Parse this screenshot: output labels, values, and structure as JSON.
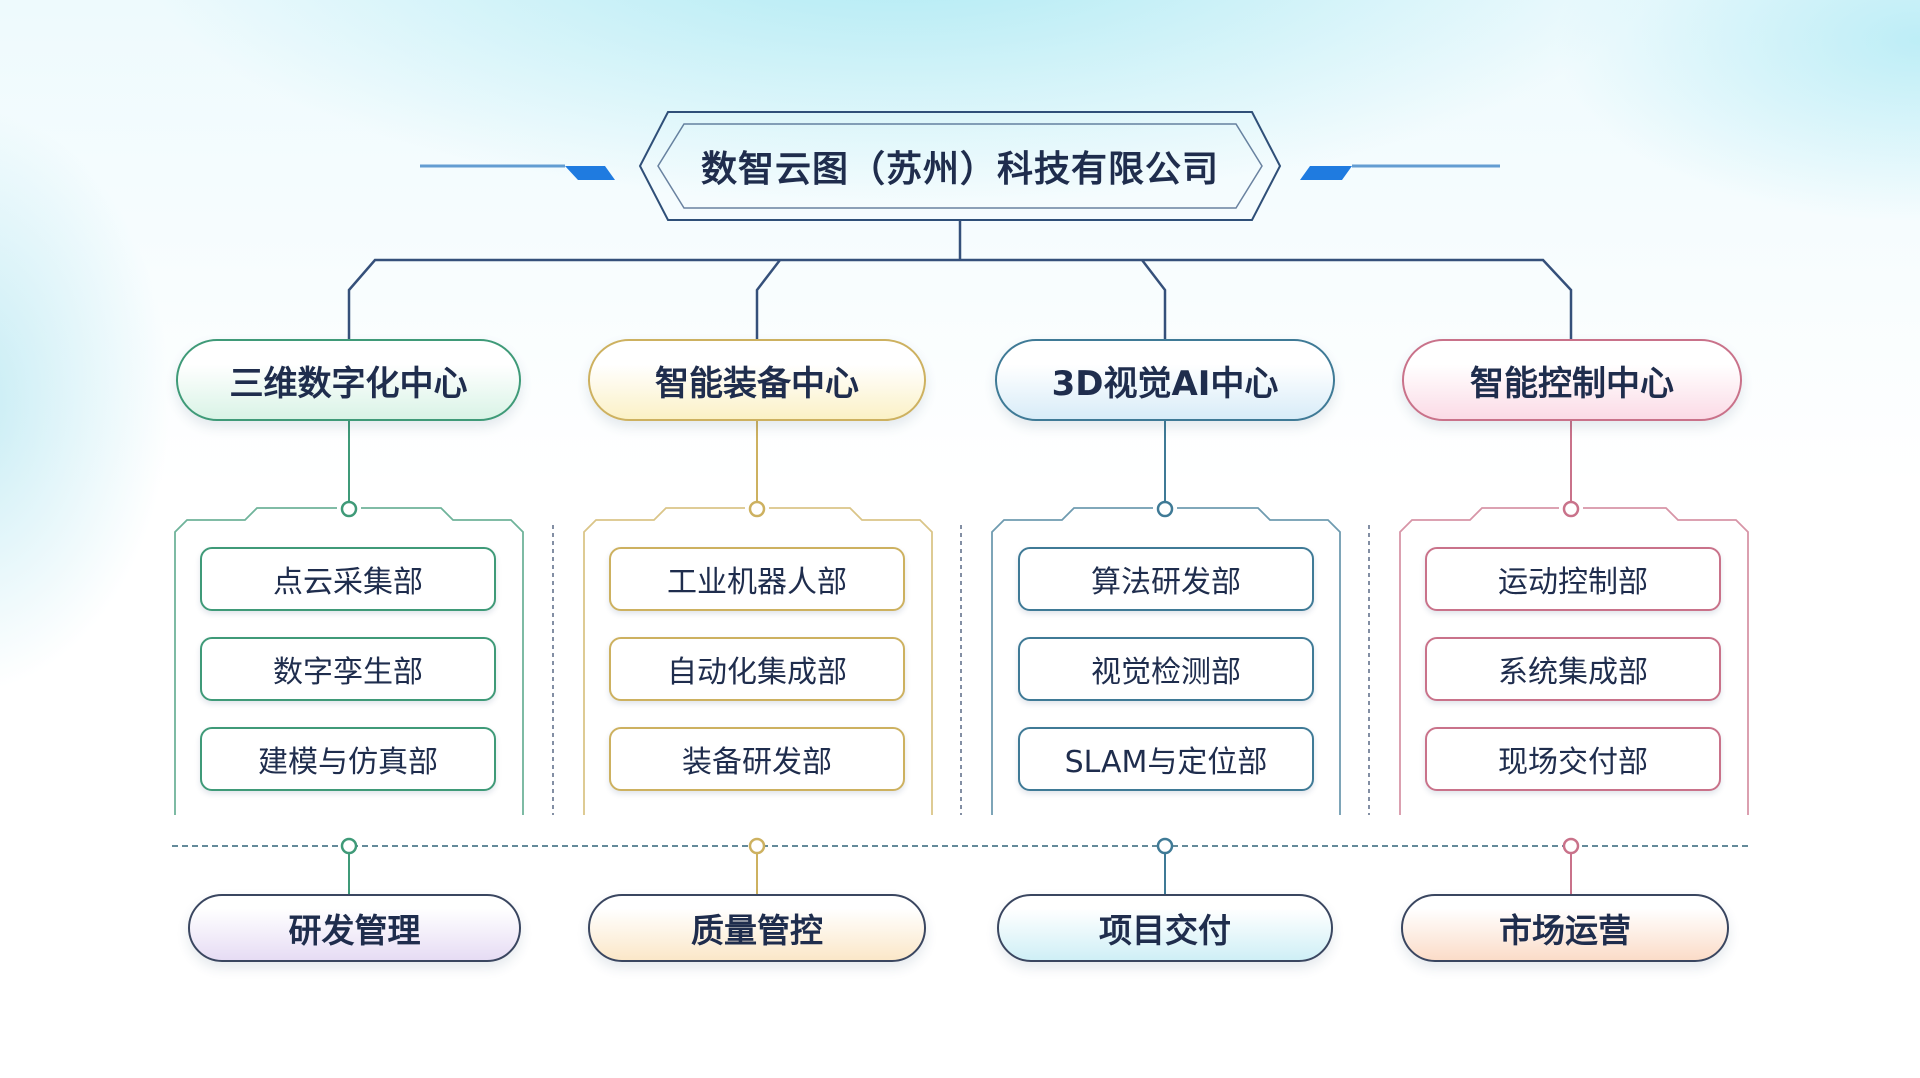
{
  "company": {
    "name": "数智云图（苏州）科技有限公司"
  },
  "centers": [
    {
      "name": "三维数字化中心",
      "accent": "#3f9a78",
      "tint": "#d9f3e6",
      "departments": [
        "点云采集部",
        "数字孪生部",
        "建模与仿真部"
      ]
    },
    {
      "name": "智能装备中心",
      "accent": "#cdb160",
      "tint": "#fbf1c6",
      "departments": [
        "工业机器人部",
        "自动化集成部",
        "装备研发部"
      ]
    },
    {
      "name": "3D视觉AI中心",
      "accent": "#3f7a96",
      "tint": "#d8ecf8",
      "departments": [
        "算法研发部",
        "视觉检测部",
        "SLAM与定位部"
      ]
    },
    {
      "name": "智能控制中心",
      "accent": "#c9728a",
      "tint": "#fbdbe6",
      "departments": [
        "运动控制部",
        "系统集成部",
        "现场交付部"
      ]
    }
  ],
  "functions": [
    {
      "name": "研发管理",
      "tint": "#e6dcf4"
    },
    {
      "name": "质量管控",
      "tint": "#fbe7c8"
    },
    {
      "name": "项目交付",
      "tint": "#cfeff6"
    },
    {
      "name": "市场运营",
      "tint": "#fbdcc8"
    }
  ],
  "colors": {
    "connector": "#35507a",
    "title_border": "#2f4f78",
    "accent_blue": "#1f7be0"
  }
}
